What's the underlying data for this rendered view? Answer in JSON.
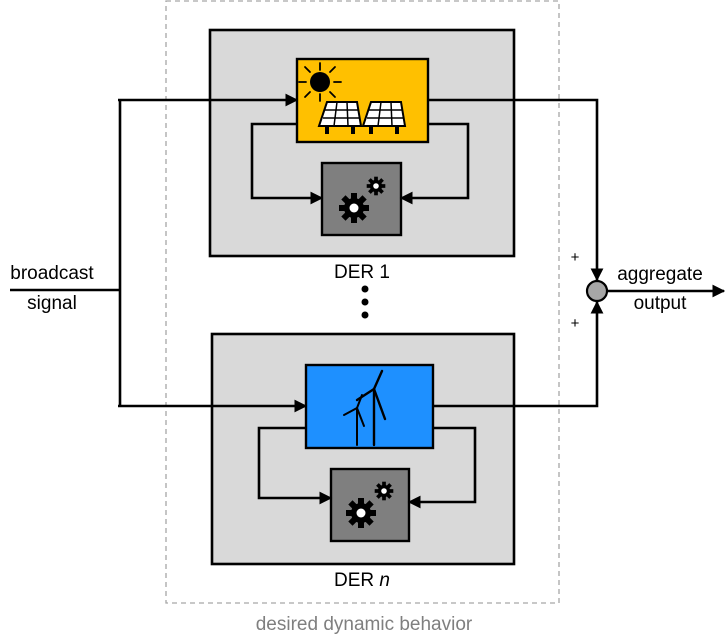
{
  "input_label": [
    "broadcast",
    "signal"
  ],
  "output_label": [
    "aggregate",
    "output"
  ],
  "der_top": {
    "label": "DER 1",
    "source_icon": "solar-panel-icon",
    "controller_icon": "gears-icon"
  },
  "der_bottom": {
    "label_prefix": "DER ",
    "label_var": "n",
    "source_icon": "wind-turbine-icon",
    "controller_icon": "gears-icon"
  },
  "ellipsis_icon": "vertical-ellipsis-icon",
  "summing_junction": {
    "signs": [
      "+",
      "+"
    ]
  },
  "dashed_region_label": "desired dynamic behavior",
  "colors": {
    "der_box": "#d9d9d9",
    "solar_block": "#ffc000",
    "wind_block": "#1e90ff",
    "controller_block": "#7f7f7f",
    "junction": "#a6a6a6",
    "dashed_border": "#a6a6a6",
    "caption": "#7f7f7f"
  }
}
